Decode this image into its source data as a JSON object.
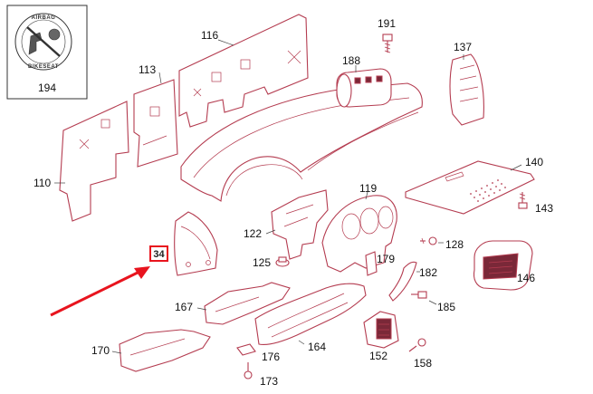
{
  "diagram": {
    "callouts": [
      {
        "id": "c194",
        "label": "194"
      },
      {
        "id": "c116",
        "label": "116"
      },
      {
        "id": "c113",
        "label": "113"
      },
      {
        "id": "c110",
        "label": "110"
      },
      {
        "id": "c191",
        "label": "191"
      },
      {
        "id": "c188",
        "label": "188"
      },
      {
        "id": "c137",
        "label": "137"
      },
      {
        "id": "c140",
        "label": "140"
      },
      {
        "id": "c143",
        "label": "143"
      },
      {
        "id": "c119",
        "label": "119"
      },
      {
        "id": "c122",
        "label": "122"
      },
      {
        "id": "c128",
        "label": "128"
      },
      {
        "id": "c125",
        "label": "125"
      },
      {
        "id": "c179",
        "label": "179"
      },
      {
        "id": "c182",
        "label": "182"
      },
      {
        "id": "c146",
        "label": "146"
      },
      {
        "id": "c185",
        "label": "185"
      },
      {
        "id": "c167",
        "label": "167"
      },
      {
        "id": "c164",
        "label": "164"
      },
      {
        "id": "c170",
        "label": "170"
      },
      {
        "id": "c176",
        "label": "176"
      },
      {
        "id": "c152",
        "label": "152"
      },
      {
        "id": "c158",
        "label": "158"
      },
      {
        "id": "c173",
        "label": "173"
      }
    ],
    "highlighted": {
      "label": "34",
      "color": "#e8141e"
    },
    "airbag_badge": {
      "top_text": "AIRBAG",
      "bottom_text": "BIKESEAT"
    },
    "colors": {
      "line": "#b43c50",
      "arrow": "#e8141e",
      "text": "#111111"
    }
  }
}
